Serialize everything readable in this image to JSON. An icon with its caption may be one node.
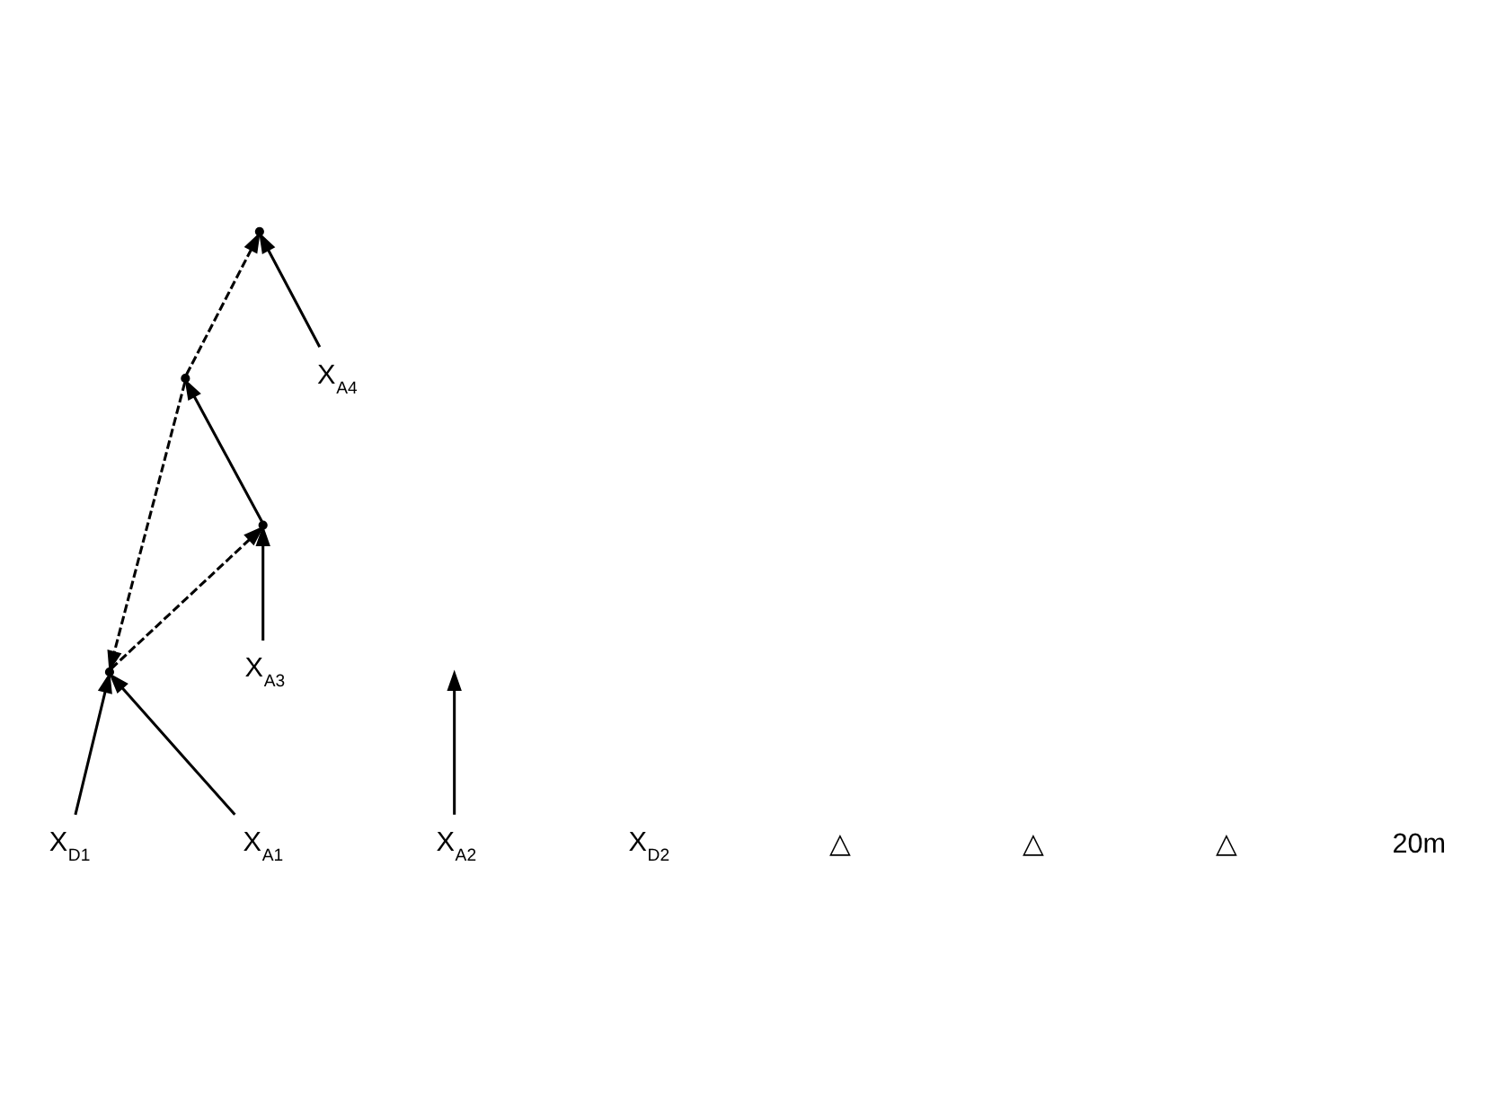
{
  "diagram": {
    "nodes": [
      {
        "text": [
          "X$_{D1}$"
        ]
      },
      {
        "text": [],
        "shape": "point"
      },
      {
        "text": [],
        "shape": "point"
      },
      {
        "text": [],
        "shape": "point"
      },
      {
        "text": [],
        "shape": "point"
      },
      {
        "text": [
          "X$_{A1}$"
        ]
      },
      {
        "text": [
          "X$_{A3}$"
        ]
      },
      {
        "text": [
          "X$_{A4}$"
        ]
      },
      {
        "text": [
          "X$_{A2}$"
        ]
      }
    ],
    "edges": [
      {
        "from": 5,
        "to": 2,
        "arrow": "to"
      },
      {
        "from": 8,
        "to": null,
        "arrow": "to"
      },
      {
        "from": 0,
        "to": 2,
        "arrow": "to"
      },
      {
        "from": 1,
        "to": 2,
        "arrow": "to",
        "style": "dashed"
      },
      {
        "from": 2,
        "to": 3,
        "arrow": "to",
        "style": "dashed"
      },
      {
        "from": 6,
        "to": 3,
        "arrow": "to"
      },
      {
        "from": 3,
        "to": 1,
        "arrow": "to"
      },
      {
        "from": 1,
        "to": 4,
        "arrow": "to",
        "style": "dashed"
      },
      {
        "from": 7,
        "to": 4,
        "arrow": "to"
      }
    ],
    "labels": [
      "X$_{D2}$",
      "△",
      "△",
      "△",
      "20m"
    ]
  }
}
